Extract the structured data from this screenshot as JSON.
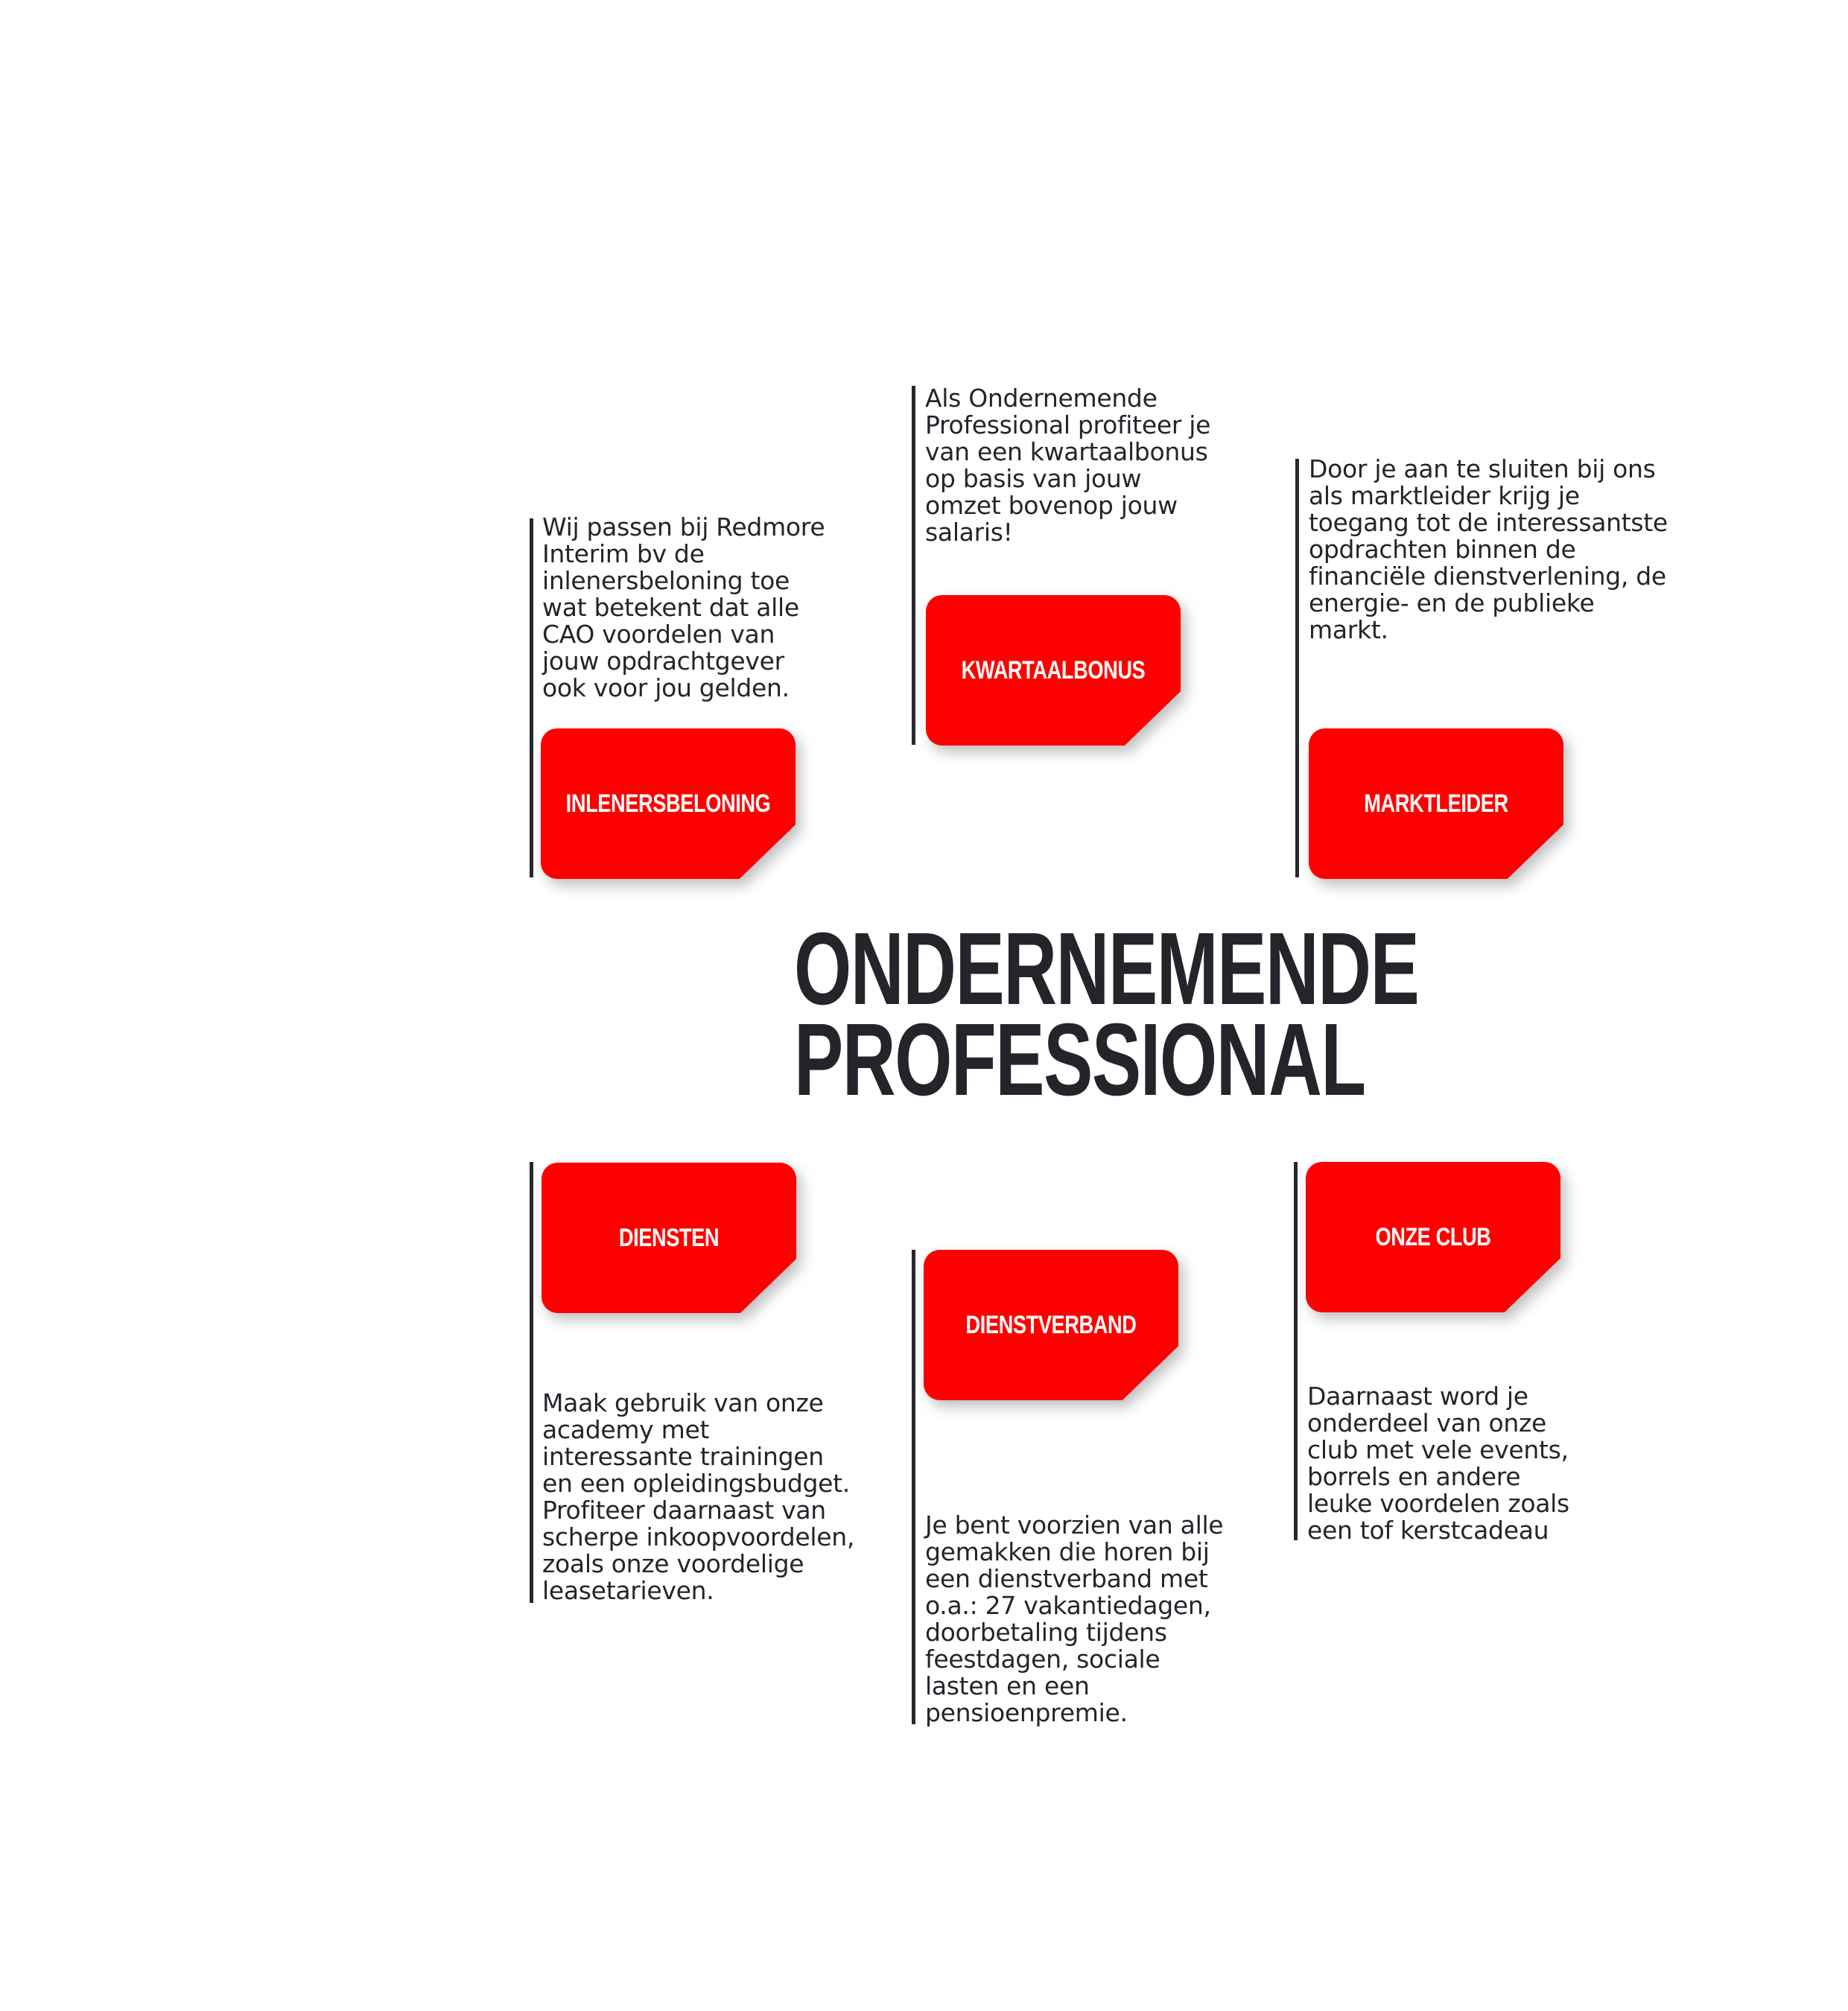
{
  "title": {
    "line1": "ONDERNEMENDE",
    "line2": "PROFESSIONAL"
  },
  "items": [
    {
      "label": "INLENERSBELONING",
      "text": "Wij passen bij Redmore\nInterim bv de\ninlenersbeloning toe\nwat betekent dat alle\nCAO voordelen van\njouw opdrachtgever\nook voor jou gelden."
    },
    {
      "label": "KWARTAALBONUS",
      "text": "Als Ondernemende\nProfessional profiteer je\nvan een kwartaalbonus\nop basis van jouw\nomzet bovenop jouw\nsalaris!"
    },
    {
      "label": "MARKTLEIDER",
      "text": "Door je aan te sluiten bij ons\nals marktleider krijg je\ntoegang tot de interessantste\nopdrachten binnen de\nfinanciële dienstverlening, de\nenergie- en de publieke\nmarkt."
    },
    {
      "label": "DIENSTEN",
      "text": "Maak gebruik van onze\nacademy met\ninteressante trainingen\nen een opleidingsbudget.\nProfiteer daarnaast van\nscherpe inkoopvoordelen,\nzoals onze voordelige\nleasetarieven."
    },
    {
      "label": "DIENSTVERBAND",
      "text": "Je bent voorzien van alle\ngemakken die horen bij\neen dienstverband met\no.a.: 27 vakantiedagen,\ndoorbetaling tijdens\nfeestdagen, sociale\nlasten en een\npensioenpremie."
    },
    {
      "label": "ONZE CLUB",
      "text": "Daarnaast word je\nonderdeel van onze\nclub met vele events,\nborrels en andere\nleuke voordelen zoals\neen tof kerstcadeau"
    }
  ],
  "colors": {
    "accent": "#ff0000",
    "text": "#26232b",
    "background": "#ffffff"
  }
}
